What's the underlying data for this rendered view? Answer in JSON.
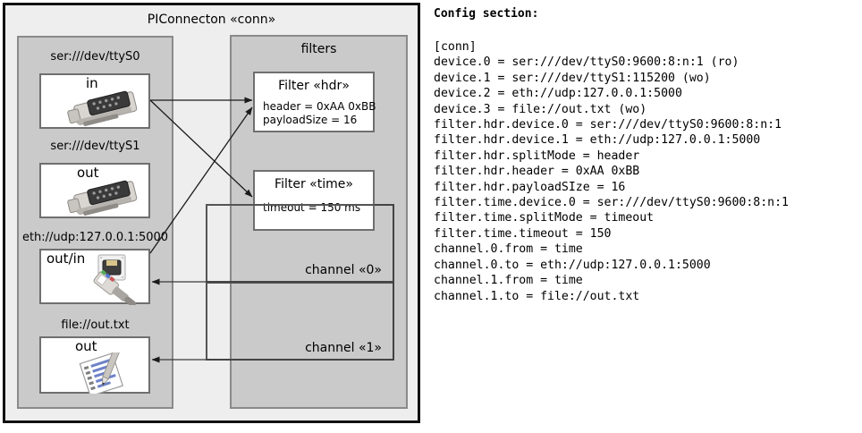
{
  "diagram": {
    "frame_title": "PIConnecton «conn»",
    "devices_panel": {
      "title": "",
      "devices": [
        {
          "label": "ser:///dev/ttyS0",
          "direction": "in",
          "icon": "serial-port-icon"
        },
        {
          "label": "ser:///dev/ttyS1",
          "direction": "out",
          "icon": "serial-port-icon"
        },
        {
          "label": "eth://udp:127.0.0.1:5000",
          "direction": "out/in",
          "icon": "ethernet-plug-icon"
        },
        {
          "label": "file://out.txt",
          "direction": "out",
          "icon": "text-file-icon"
        }
      ]
    },
    "filters_panel": {
      "title": "filters",
      "filters": [
        {
          "title": "Filter «hdr»",
          "props": [
            "header = 0xAA 0xBB",
            "payloadSize = 16"
          ]
        },
        {
          "title": "Filter «time»",
          "props": [
            "timeout = 150 ms"
          ]
        }
      ]
    },
    "channels": [
      {
        "label": "channel «0»"
      },
      {
        "label": "channel «1»"
      }
    ]
  },
  "config": {
    "heading": "Config section:",
    "lines": [
      "[conn]",
      "device.0 = ser:///dev/ttyS0:9600:8:n:1 (ro)",
      "device.1 = ser:///dev/ttyS1:115200 (wo)",
      "device.2 = eth://udp:127.0.0.1:5000",
      "device.3 = file://out.txt (wo)",
      "filter.hdr.device.0 = ser:///dev/ttyS0:9600:8:n:1",
      "filter.hdr.device.1 = eth://udp:127.0.0.1:5000",
      "filter.hdr.splitMode = header",
      "filter.hdr.header = 0xAA 0xBB",
      "filter.hdr.payloadSIze = 16",
      "filter.time.device.0 = ser:///dev/ttyS0:9600:8:n:1",
      "filter.time.splitMode = timeout",
      "filter.time.timeout = 150",
      "channel.0.from = time",
      "channel.0.to = eth://udp:127.0.0.1:5000",
      "channel.1.from = time",
      "channel.1.to = file://out.txt"
    ]
  },
  "colors": {
    "frame_bg": "#eeeeee",
    "panel_bg": "#cacaca",
    "box_bg": "#ffffff",
    "frame_border": "#111111",
    "panel_border": "#8a8a8a",
    "box_border": "#6f6f6f",
    "line": "#1a1a1a"
  }
}
